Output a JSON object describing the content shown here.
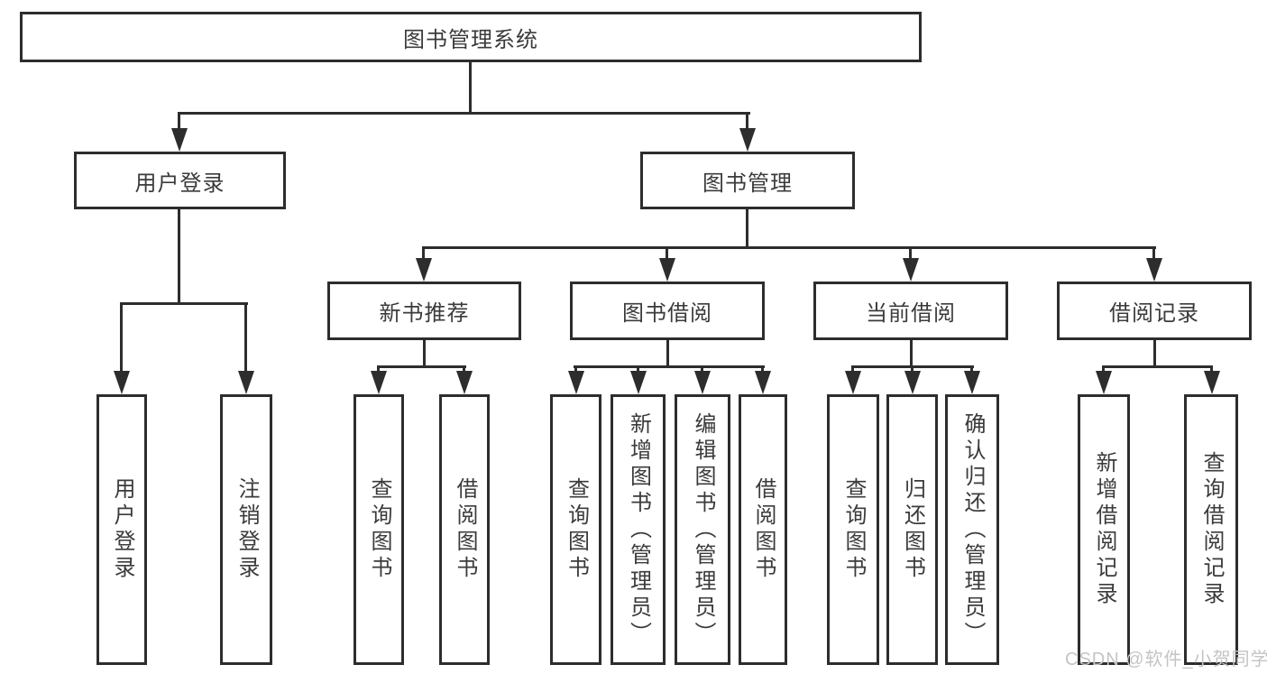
{
  "tree": {
    "root": {
      "label": "图书管理系统"
    },
    "branches": [
      {
        "label": "用户登录",
        "children": [
          {
            "label": "用户登录"
          },
          {
            "label": "注销登录"
          }
        ]
      },
      {
        "label": "图书管理",
        "children": [
          {
            "label": "新书推荐",
            "children": [
              {
                "label": "查询图书"
              },
              {
                "label": "借阅图书"
              }
            ]
          },
          {
            "label": "图书借阅",
            "children": [
              {
                "label": "查询图书"
              },
              {
                "label": "新增图书（管理员）"
              },
              {
                "label": "编辑图书（管理员）"
              },
              {
                "label": "借阅图书"
              }
            ]
          },
          {
            "label": "当前借阅",
            "children": [
              {
                "label": "查询图书"
              },
              {
                "label": "归还图书"
              },
              {
                "label": "确认归还（管理员）"
              }
            ]
          },
          {
            "label": "借阅记录",
            "children": [
              {
                "label": "新增借阅记录"
              },
              {
                "label": "查询借阅记录"
              }
            ]
          }
        ]
      }
    ]
  },
  "watermark": {
    "text": "CSDN @软件_小贺同学"
  },
  "colors": {
    "line": "#2d2d2d",
    "text": "#3b3b3b",
    "watermark": "#c4c4c4"
  }
}
